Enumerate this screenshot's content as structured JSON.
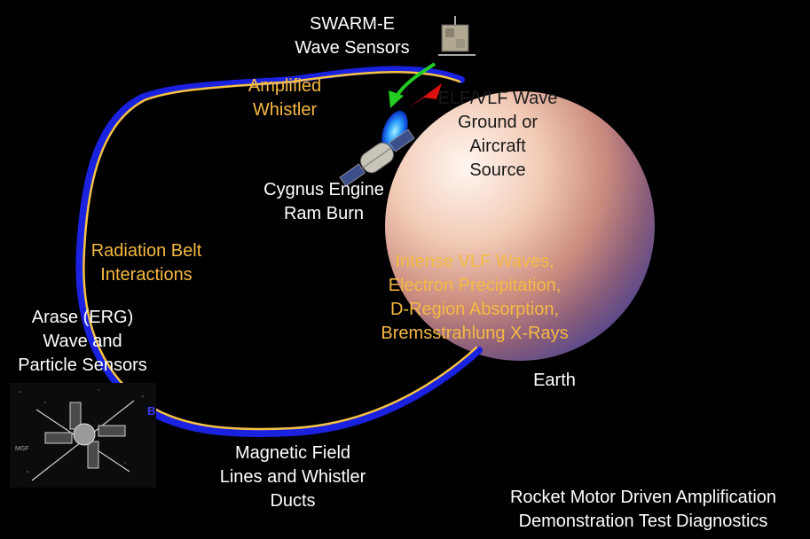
{
  "labels": {
    "swarm_e": [
      "SWARM-E",
      "Wave Sensors"
    ],
    "amplified_whistler": [
      "Amplified",
      "Whistler"
    ],
    "elf_vlf_source": [
      "ELF/VLF Wave",
      "Ground  or",
      "Aircraft",
      "Source"
    ],
    "cygnus": [
      "Cygnus Engine",
      "Ram Burn"
    ],
    "radiation_belt": [
      "Radiation Belt",
      "Interactions"
    ],
    "intense_vlf": [
      "Intense VLF Waves,",
      "Electron Precipitation,",
      "D-Region Absorption,",
      "Bremsstrahlung X-Rays"
    ],
    "arase": [
      "Arase (ERG)",
      "Wave and",
      "Particle Sensors"
    ],
    "earth": "Earth",
    "magnetic_field": [
      "Magnetic Field",
      "Lines and Whistler",
      "Ducts"
    ],
    "caption": [
      "Rocket Motor Driven Amplification",
      "Demonstration Test Diagnostics"
    ],
    "erg_photo_tag": "MGF",
    "erg_photo_b": "B"
  },
  "colors": {
    "background": "#000000",
    "field_line_blue": "#1a22e0",
    "whistler_gold": "#f5c242",
    "label_white": "#ffffff",
    "label_gold": "#f5b942",
    "arrow_green": "#22cc22",
    "arrow_red": "#e01010",
    "plume": "#2aa0ff"
  }
}
